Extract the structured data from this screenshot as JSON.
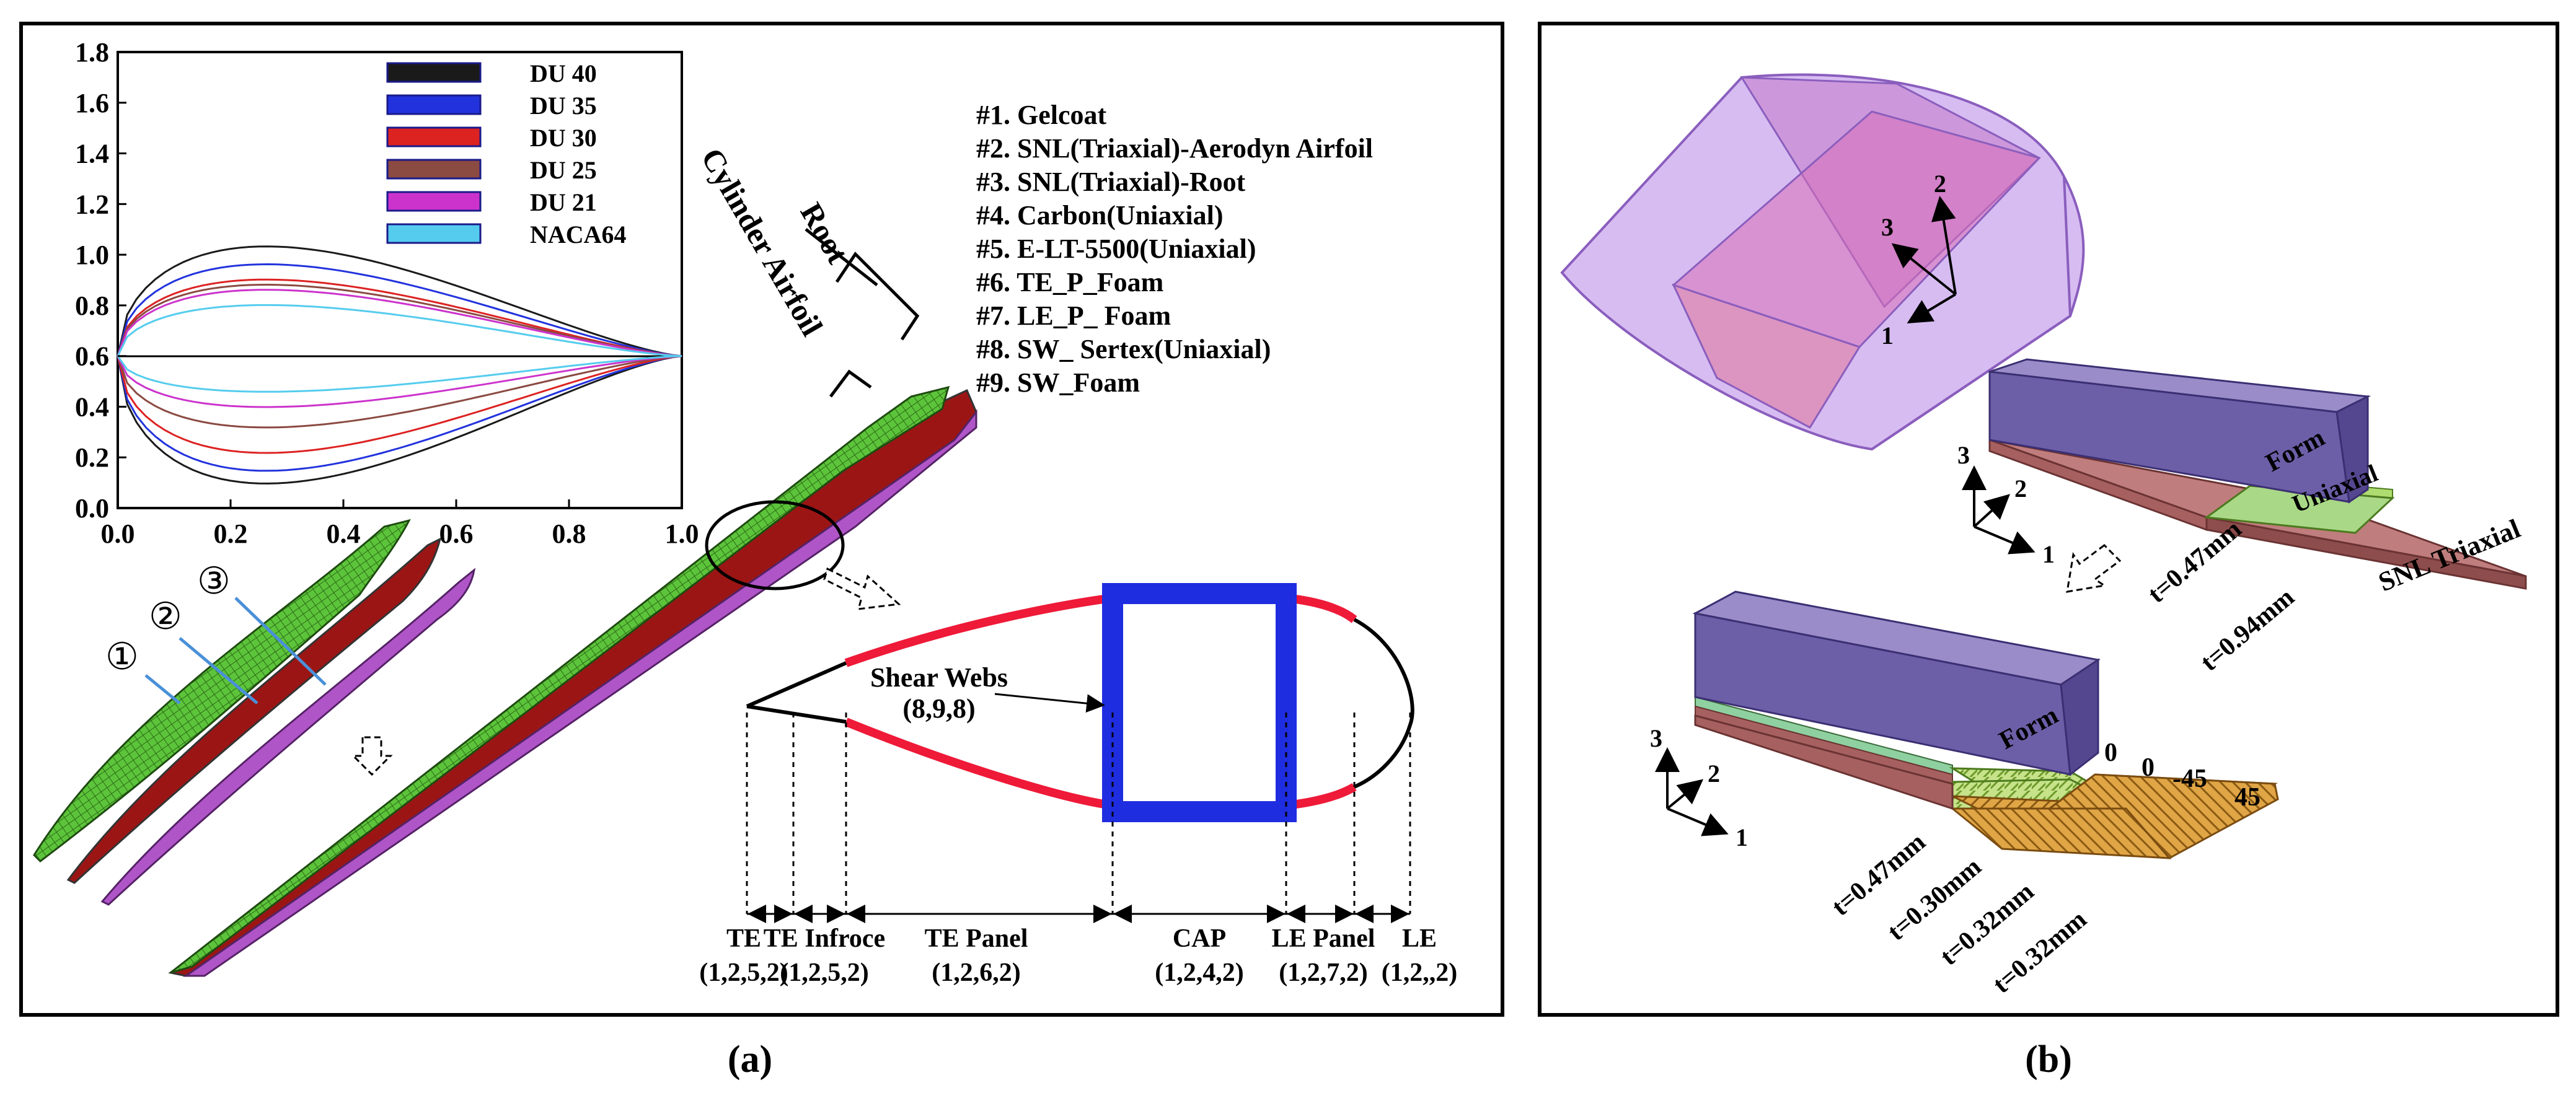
{
  "panels": {
    "a": {
      "caption": "(a)"
    },
    "b": {
      "caption": "(b)"
    }
  },
  "chart_data": {
    "type": "line",
    "xlim": [
      0.0,
      1.0
    ],
    "ylim": [
      0.0,
      1.8
    ],
    "xticks": [
      "0.0",
      "0.2",
      "0.4",
      "0.6",
      "0.8",
      "1.0"
    ],
    "yticks": [
      "0.0",
      "0.2",
      "0.4",
      "0.6",
      "0.8",
      "1.0",
      "1.2",
      "1.4",
      "1.6",
      "1.8"
    ],
    "legend_position": "top-right",
    "series": [
      {
        "name": "DU 40",
        "color": "#1a1a1a",
        "upper_max": 1.03,
        "lower_min": 0.1
      },
      {
        "name": "DU 35",
        "color": "#2233dd",
        "upper_max": 0.96,
        "lower_min": 0.15
      },
      {
        "name": "DU 30",
        "color": "#dd2222",
        "upper_max": 0.9,
        "lower_min": 0.22
      },
      {
        "name": "DU 25",
        "color": "#8b4a42",
        "upper_max": 0.88,
        "lower_min": 0.32
      },
      {
        "name": "DU 21",
        "color": "#cc33cc",
        "upper_max": 0.86,
        "lower_min": 0.4
      },
      {
        "name": "NACA64",
        "color": "#55ccee",
        "upper_max": 0.8,
        "lower_min": 0.46
      }
    ]
  },
  "materials": [
    "#1. Gelcoat",
    "#2. SNL(Triaxial)-Aerodyn Airfoil",
    "#3. SNL(Triaxial)-Root",
    "#4. Carbon(Uniaxial)",
    "#5. E-LT-5500(Uniaxial)",
    "#6. TE_P_Foam",
    "#7. LE_P_ Foam",
    "#8. SW_ Sertex(Uniaxial)",
    "#9. SW_Foam"
  ],
  "blade": {
    "root_label": "Root",
    "cylinder_label": "Cylinder Airfoil"
  },
  "markers": [
    "①",
    "②",
    "③"
  ],
  "section": {
    "shear_webs_label": "Shear Webs",
    "shear_webs_code": "(8,9,8)",
    "regions": [
      {
        "name": "TE",
        "code": "(1,2,5,2)"
      },
      {
        "name": "TE Infroce",
        "code": "(1,2,5,2)"
      },
      {
        "name": "TE Panel",
        "code": "(1,2,6,2)"
      },
      {
        "name": "CAP",
        "code": "(1,2,4,2)"
      },
      {
        "name": "LE Panel",
        "code": "(1,2,7,2)"
      },
      {
        "name": "LE",
        "code": "(1,2,,2)"
      }
    ]
  },
  "layup_top": {
    "foam_label": "Form",
    "uniaxial_label": "Uniaxial",
    "triaxial_label": "SNL Triaxial",
    "t1": "t=0.47mm",
    "t2": "t=0.94mm",
    "axes": [
      "1",
      "2",
      "3"
    ]
  },
  "layup_bottom": {
    "foam_label": "Form",
    "angles": [
      "0",
      "0",
      "-45",
      "45"
    ],
    "thicknesses": [
      "t=0.47mm",
      "t=0.30mm",
      "t=0.32mm",
      "t=0.32mm"
    ],
    "axes": [
      "1",
      "2",
      "3"
    ]
  },
  "airfoil_axes": [
    "1",
    "2",
    "3"
  ]
}
